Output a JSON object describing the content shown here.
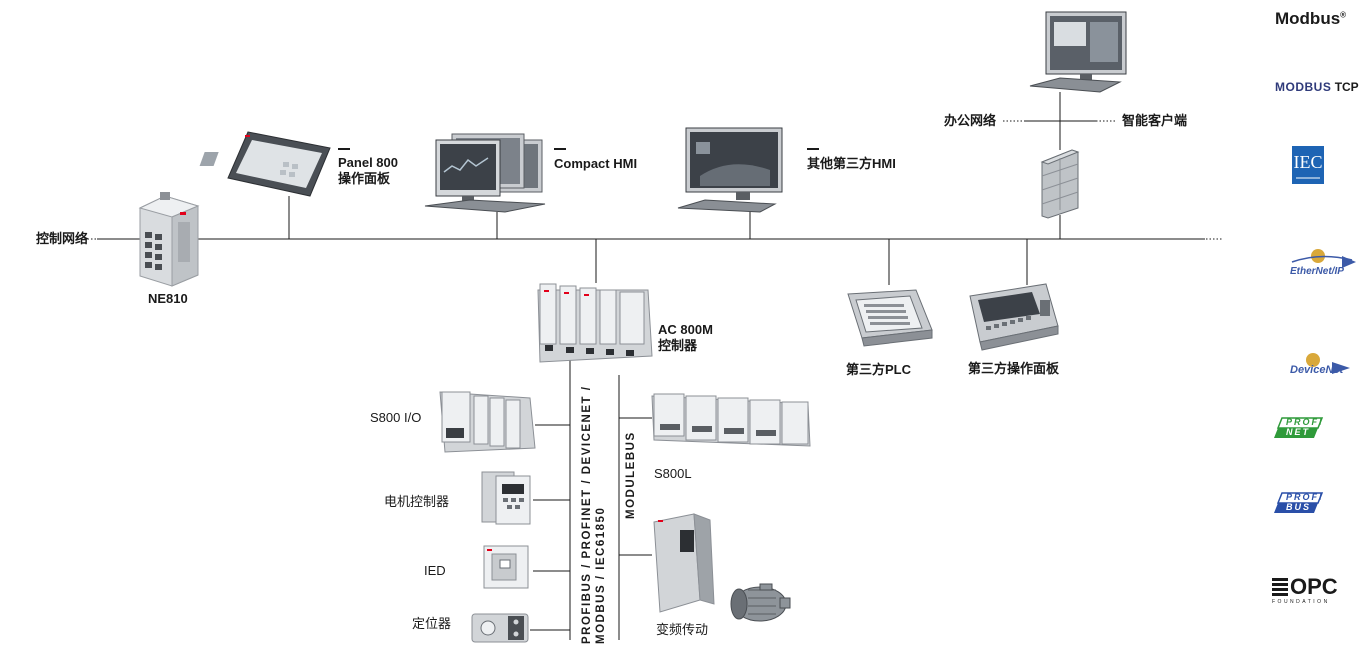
{
  "network": {
    "control_network": "控制网络",
    "office_network": "办公网络",
    "smart_client": "智能客户端"
  },
  "devices": {
    "ne810": "NE810",
    "panel800_line1": "Panel 800",
    "panel800_line2": "操作面板",
    "compact_hmi": "Compact HMI",
    "third_party_hmi": "其他第三方HMI",
    "ac800m_line1": "AC 800M",
    "ac800m_line2": "控制器",
    "third_party_plc": "第三方PLC",
    "third_party_panel": "第三方操作面板",
    "s800_io": "S800 I/O",
    "motor_controller": "电机控制器",
    "ied": "IED",
    "positioner": "定位器",
    "s800l": "S800L",
    "vfd": "变频传动"
  },
  "buses": {
    "fieldbus_line1": "PROFIBUS / PROFINET / DEVICENET /",
    "fieldbus_line2": "MODBUS / IEC61850",
    "modulebus": "MODULEBUS"
  },
  "protocols": {
    "modbus": "Modbus",
    "modbus_reg": "®",
    "modbus_tcp_a": "MODBUS",
    "modbus_tcp_b": "TCP",
    "iec": "IEC",
    "ethernetip": "EtherNet/IP",
    "devicenet": "DeviceNet",
    "profi": "PROFI",
    "net": "NET",
    "bus": "BUS",
    "opc": "OPC",
    "opc_foundation": "FOUNDATION"
  },
  "colors": {
    "line": "#1a1a1a",
    "device_gray": "#c9ccd0",
    "device_dark": "#5a5e63",
    "screen": "#3c4148",
    "abb_red": "#e2001a",
    "modbus_tcp": "#2f3a7a",
    "iec_blue": "#1e64b4",
    "profinet_green": "#2f9a3a",
    "profibus_blue": "#2a4fa8"
  }
}
